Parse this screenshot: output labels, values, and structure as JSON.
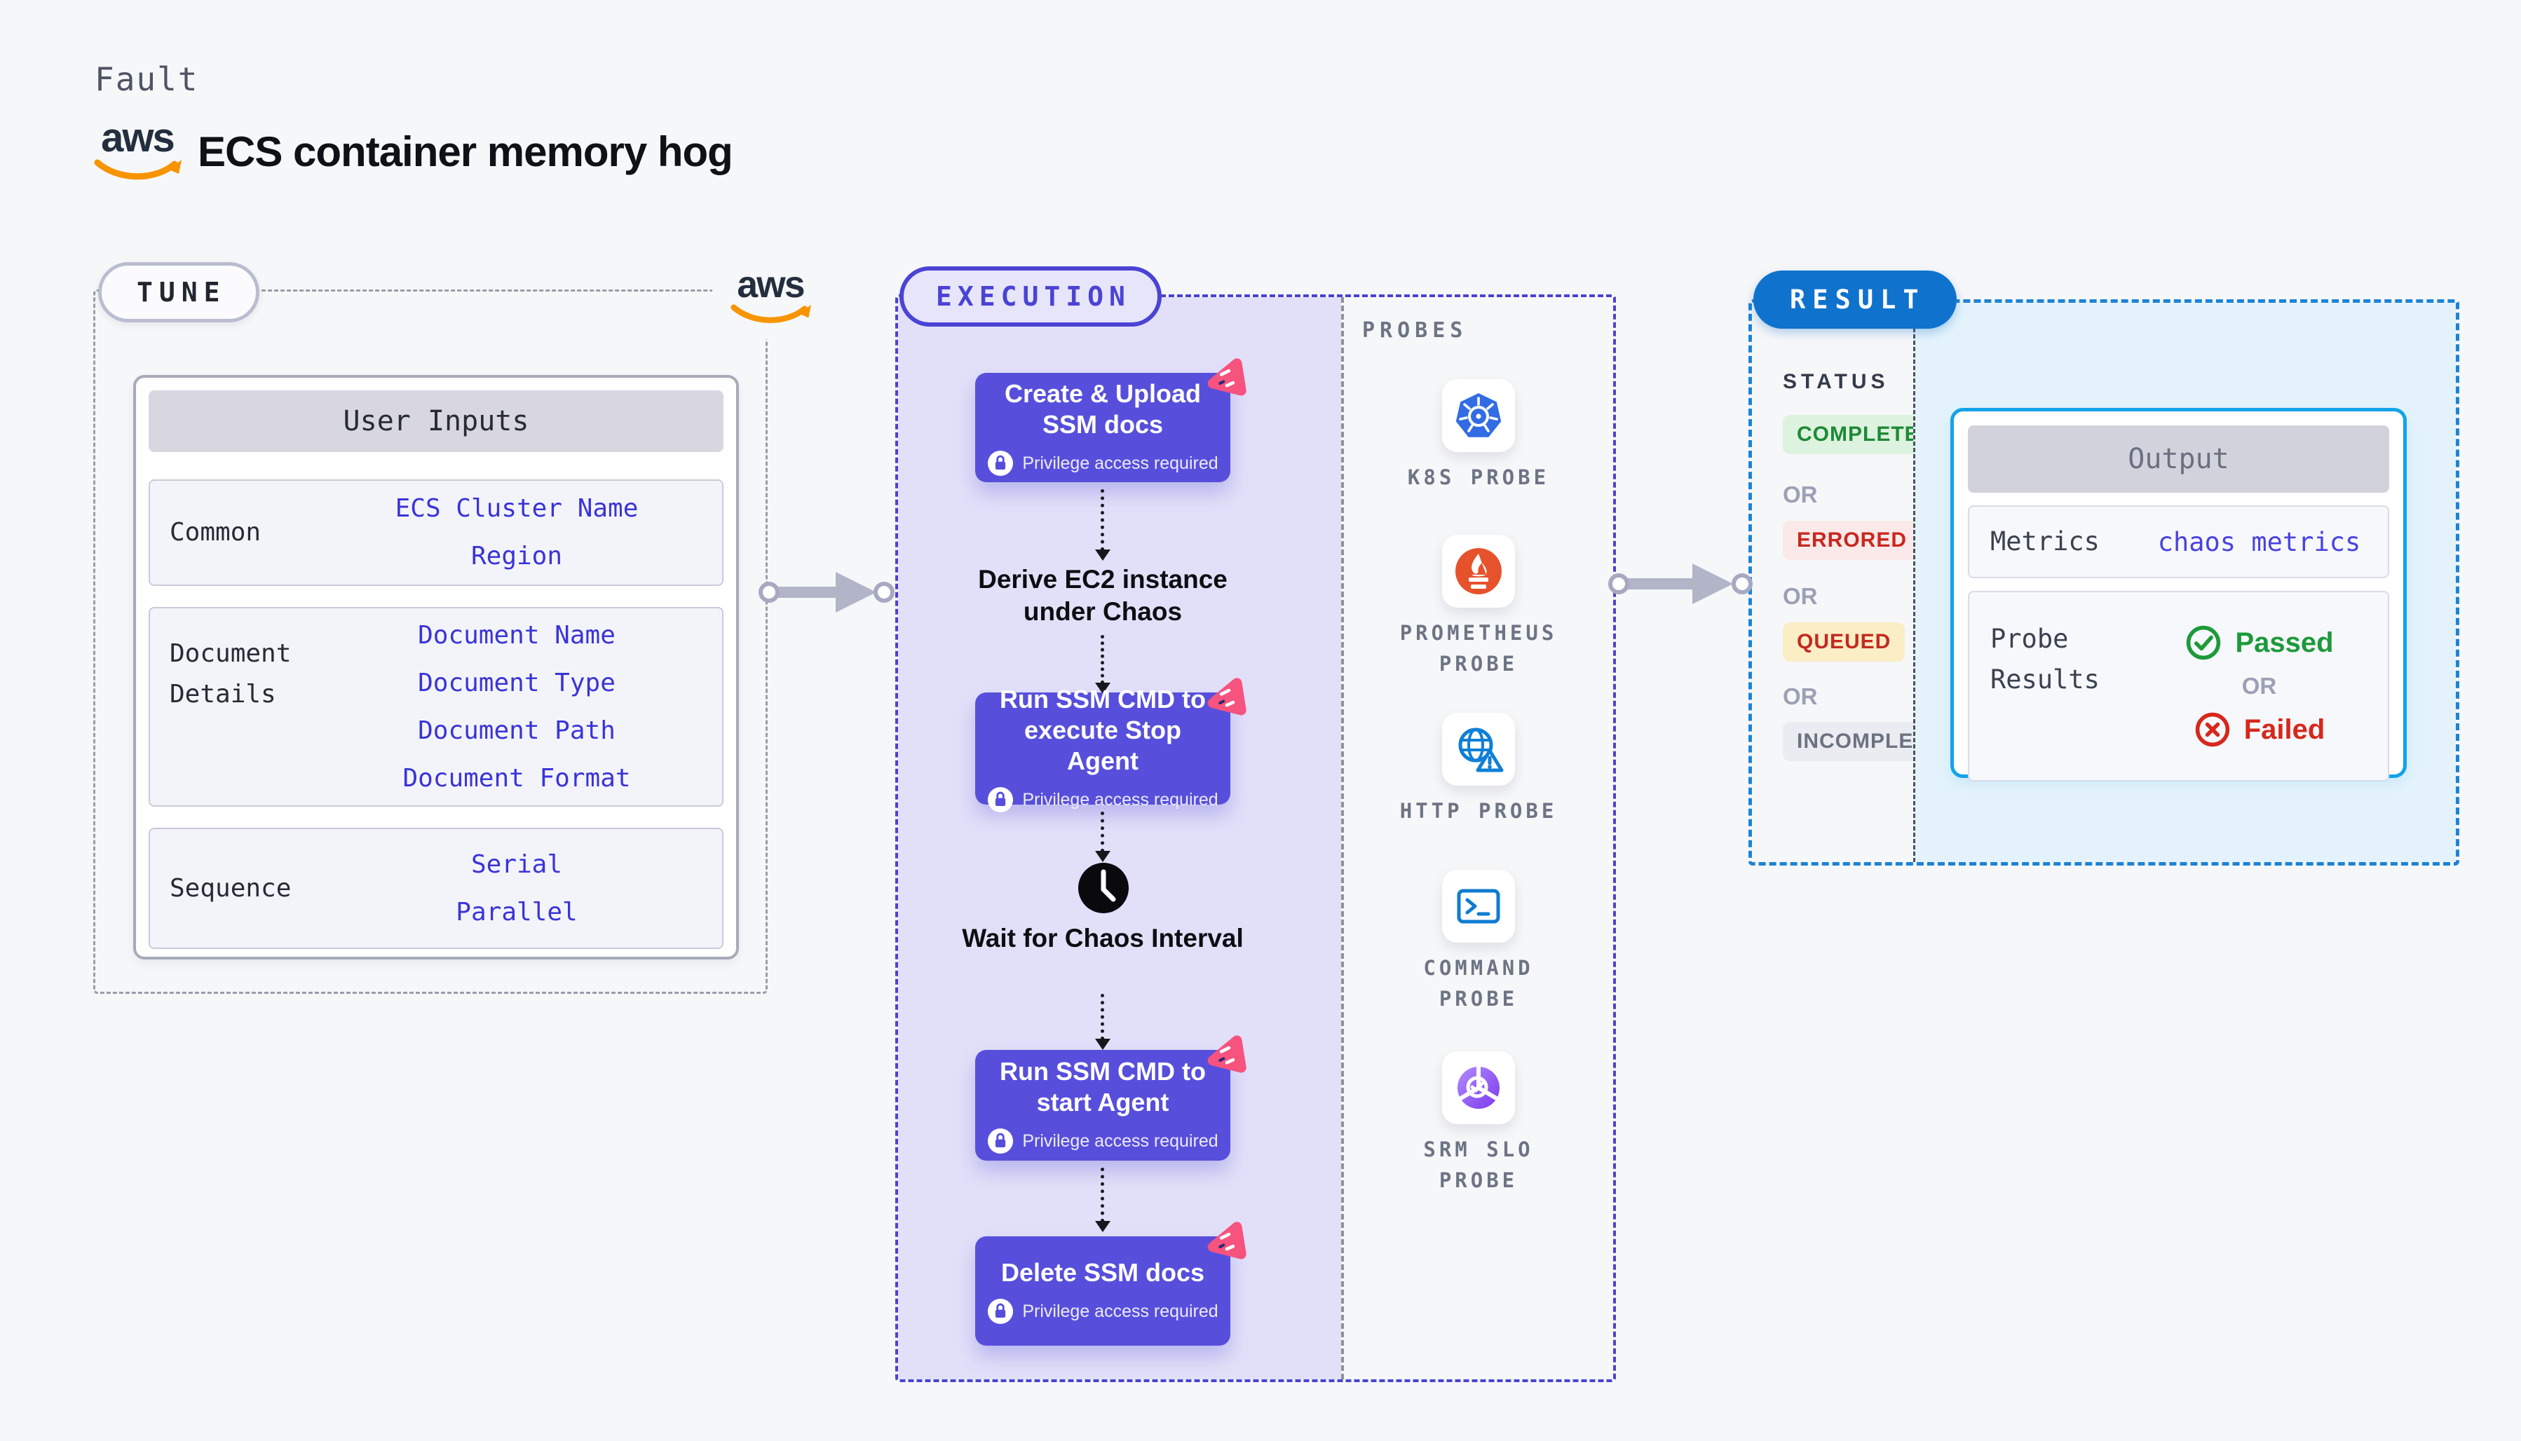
{
  "header": {
    "kicker": "Fault",
    "title": "ECS container memory hog",
    "aws_logo_text": "aws"
  },
  "tune": {
    "label": "TUNE",
    "aws_logo_text": "aws",
    "card": {
      "header": "User Inputs",
      "rows": [
        {
          "label": "Common",
          "values": [
            "ECS Cluster Name",
            "Region"
          ]
        },
        {
          "label": "Document Details",
          "values": [
            "Document Name",
            "Document Type",
            "Document Path",
            "Document Format"
          ]
        },
        {
          "label": "Sequence",
          "values": [
            "Serial",
            "Parallel"
          ]
        }
      ]
    }
  },
  "execution": {
    "label": "EXECUTION",
    "steps": [
      {
        "title": "Create & Upload SSM docs",
        "badge": "Privilege access required"
      },
      {
        "title": "Run SSM CMD to execute Stop Agent",
        "badge": "Privilege access required"
      },
      {
        "title": "Run SSM CMD to start Agent",
        "badge": "Privilege access required"
      },
      {
        "title": "Delete SSM docs",
        "badge": "Privilege access required"
      }
    ],
    "notes": [
      {
        "text": "Derive EC2 instance under Chaos"
      },
      {
        "text": "Wait for Chaos Interval"
      }
    ],
    "probes_title": "PROBES",
    "probes": [
      {
        "label": "K8S PROBE",
        "icon": "kubernetes-icon"
      },
      {
        "label": "PROMETHEUS PROBE",
        "icon": "prometheus-icon"
      },
      {
        "label": "HTTP PROBE",
        "icon": "http-globe-icon"
      },
      {
        "label": "COMMAND PROBE",
        "icon": "terminal-icon"
      },
      {
        "label": "SRM SLO PROBE",
        "icon": "srm-slo-icon"
      }
    ]
  },
  "result": {
    "label": "RESULT",
    "status_title": "STATUS",
    "or_label": "OR",
    "statuses": [
      {
        "label": "COMPLETED",
        "bg": "#ddf2df",
        "color": "#1d8a35"
      },
      {
        "label": "ERRORED",
        "bg": "#fbe9e9",
        "color": "#c9271f"
      },
      {
        "label": "QUEUED",
        "bg": "#fbeec5",
        "color": "#c32a22"
      },
      {
        "label": "INCOMPLETED",
        "bg": "#ebecf2",
        "color": "#6b7280"
      }
    ],
    "output": {
      "header": "Output",
      "metrics_label": "Metrics",
      "metrics_value": "chaos metrics",
      "probe_results_label": "Probe Results",
      "passed_label": "Passed",
      "or_label": "OR",
      "failed_label": "Failed"
    }
  },
  "colors": {
    "page_bg": "#f6f7f9",
    "execution_accent": "#4a43d4",
    "execution_panel": "#e2e0f8",
    "step_bg": "#574fdb",
    "step_corner_pink": "#f6537f",
    "result_accent": "#1c84d6",
    "result_panel": "#e4f3fb",
    "output_border": "#12a3e8",
    "value_blue": "#3a34d8",
    "aws_orange": "#f79400",
    "passed_green": "#1d9a3a",
    "failed_red": "#d6281c"
  }
}
